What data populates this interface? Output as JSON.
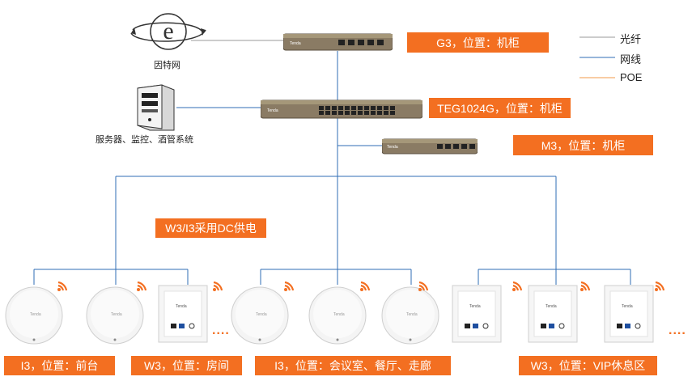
{
  "legend": {
    "fiber": "光纤",
    "network": "网线",
    "poe": "POE",
    "colors": {
      "fiber": "#9a9a9a",
      "network": "#2f6db5",
      "poe": "#f39a4a"
    }
  },
  "nodes": {
    "internet_label": "因特网",
    "server_label": "服务器、监控、酒管系统"
  },
  "tags": {
    "g3": "G3，位置：机柜",
    "teg": "TEG1024G，位置：机柜",
    "m3": "M3，位置：机柜",
    "dc": "W3/I3采用DC供电",
    "i3_front": "I3，位置：前台",
    "w3_room": "W3，位置：房间",
    "i3_meeting": "I3，位置：会议室、餐厅、走廊",
    "w3_vip": "W3，位置：VIP休息区"
  },
  "device_brand": "Tenda",
  "ellipsis": "....",
  "accent_color": "#f36f21"
}
